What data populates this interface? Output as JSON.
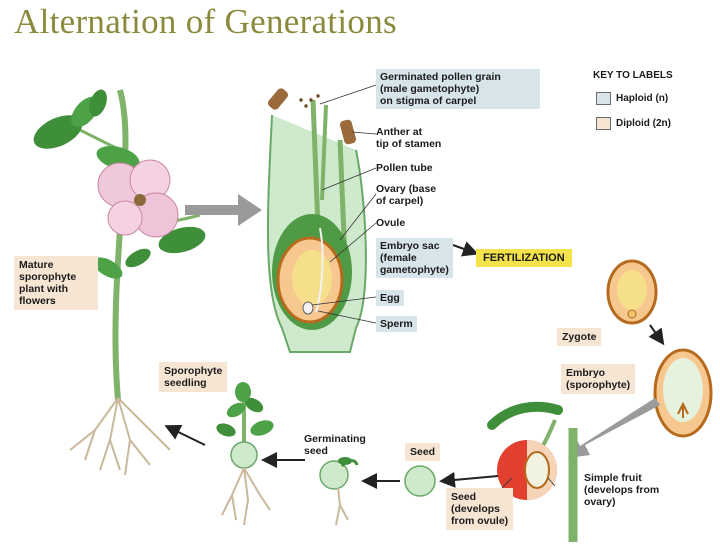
{
  "title": "Alternation of Generations",
  "key": {
    "title": "KEY TO LABELS",
    "haploid": "Haploid (n)",
    "diploid": "Diploid (2n)",
    "haploid_color": "#d7e4ea",
    "diploid_color": "#f7e5d4"
  },
  "labels": {
    "pollen_grain": "Germinated pollen grain\n(male gametophyte)\non stigma of carpel",
    "anther": "Anther at\ntip of stamen",
    "pollen_tube": "Pollen tube",
    "ovary": "Ovary (base\nof carpel)",
    "ovule": "Ovule",
    "embryo_sac": "Embryo sac\n(female\ngametophyte)",
    "egg": "Egg",
    "sperm": "Sperm",
    "fertilization": "FERTILIZATION",
    "zygote": "Zygote",
    "embryo": "Embryo\n(sporophyte)",
    "simple_fruit": "Simple fruit\n(develops from\novary)",
    "seed_in_fruit": "Seed\n(develops\nfrom ovule)",
    "seed": "Seed",
    "germinating_seed": "Germinating\nseed",
    "seedling": "Sporophyte\nseedling",
    "mature_plant": "Mature\nsporophyte\nplant with\nflowers"
  }
}
